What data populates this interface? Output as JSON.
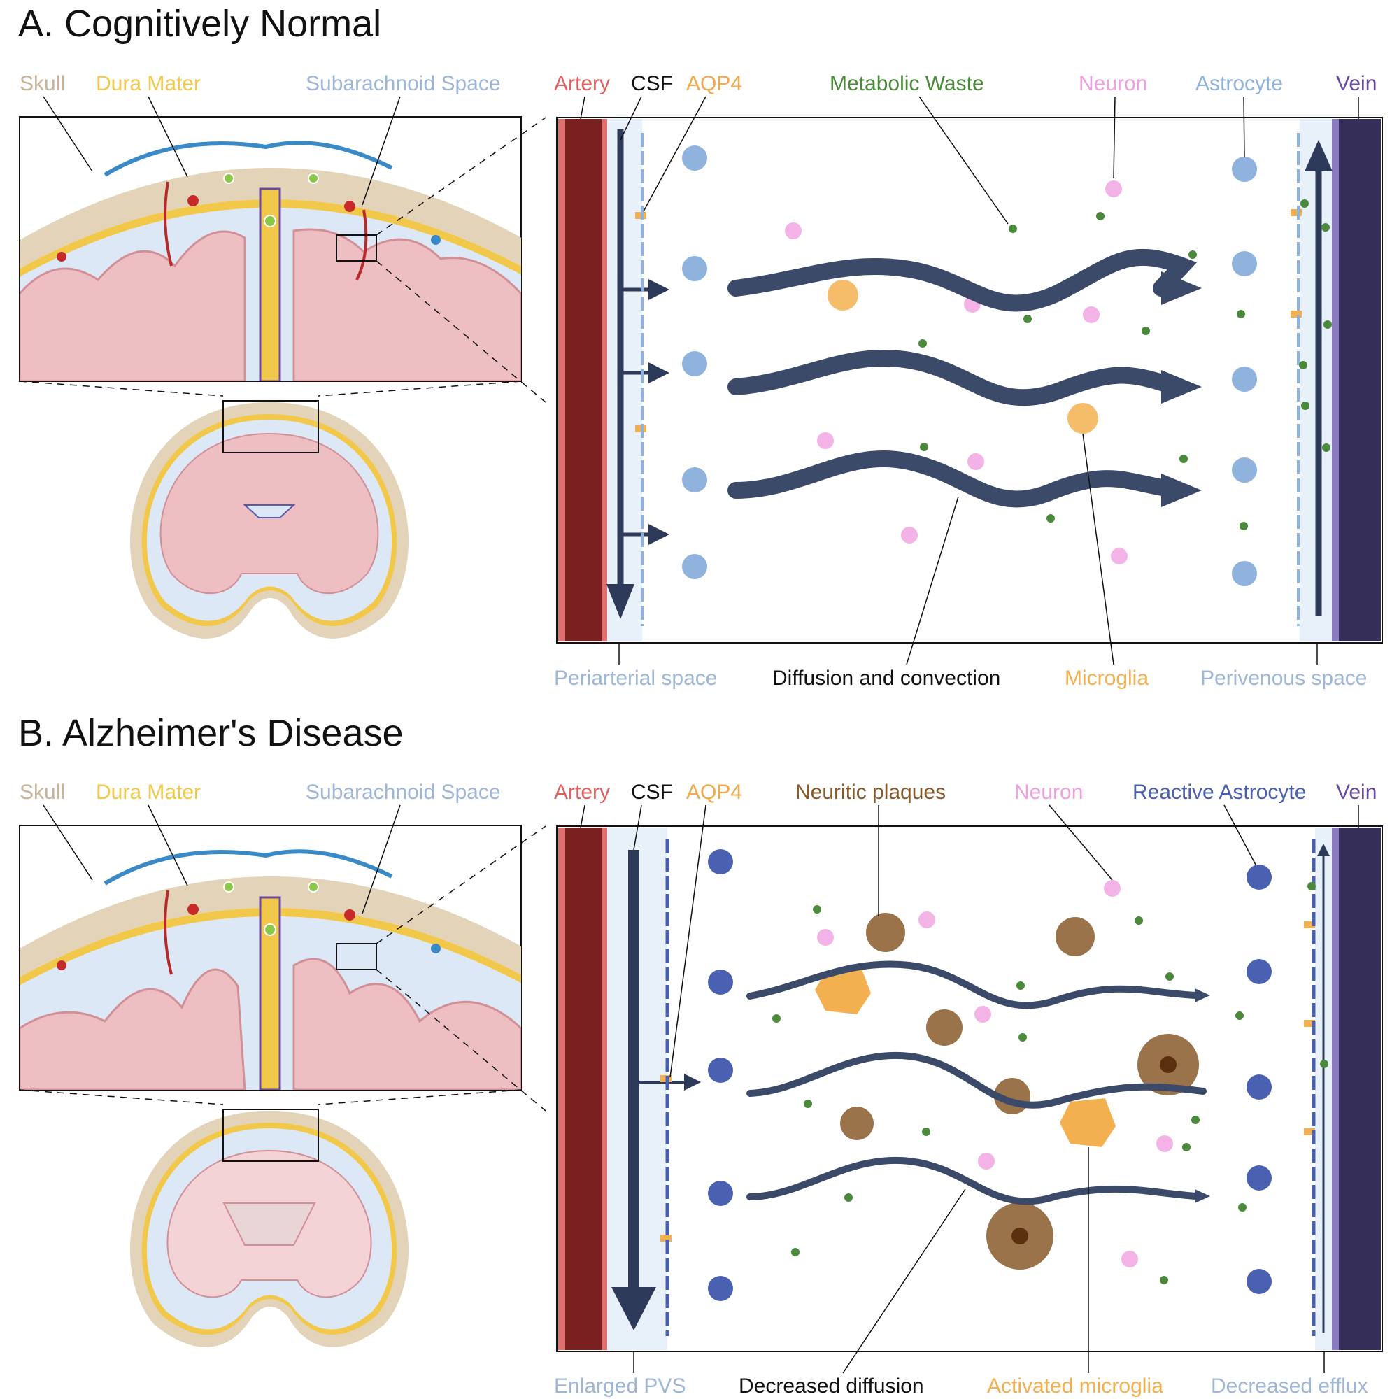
{
  "panel_a": {
    "title": "A. Cognitively Normal",
    "labels": {
      "skull": "Skull",
      "dura": "Dura Mater",
      "subarachnoid": "Subarachnoid Space",
      "artery": "Artery",
      "csf": "CSF",
      "aqp4": "AQP4",
      "waste": "Metabolic Waste",
      "neuron": "Neuron",
      "astrocyte": "Astrocyte",
      "vein": "Vein",
      "periarterial": "Periarterial space",
      "diffusion": "Diffusion and convection",
      "microglia": "Microglia",
      "perivenous": "Perivenous space"
    }
  },
  "panel_b": {
    "title": "B. Alzheimer's Disease",
    "labels": {
      "skull": "Skull",
      "dura": "Dura Mater",
      "subarachnoid": "Subarachnoid Space",
      "artery": "Artery",
      "csf": "CSF",
      "aqp4": "AQP4",
      "plaques": "Neuritic plaques",
      "neuron": "Neuron",
      "reactive_astrocyte": "Reactive Astrocyte",
      "vein": "Vein",
      "enlarged_pvs": "Enlarged PVS",
      "decreased_diffusion": "Decreased diffusion",
      "activated_microglia": "Activated microglia",
      "decreased_efflux": "Decreased efflux"
    }
  },
  "colors": {
    "skull": "#c8b49a",
    "dura": "#f2c84b",
    "subarachnoid": "#9fb7d6",
    "artery": "#e06060",
    "csf": "#111111",
    "aqp4": "#f3a94b",
    "waste": "#4a8a3a",
    "neuron": "#f0a0e0",
    "astrocyte": "#8fb3dc",
    "reactive_astrocyte": "#4a60b0",
    "vein": "#6a4aa0",
    "periarterial": "#9fb7d6",
    "microglia": "#f3b050",
    "plaques": "#8a5a2a",
    "flow_arrow": "#2e3a5a"
  }
}
